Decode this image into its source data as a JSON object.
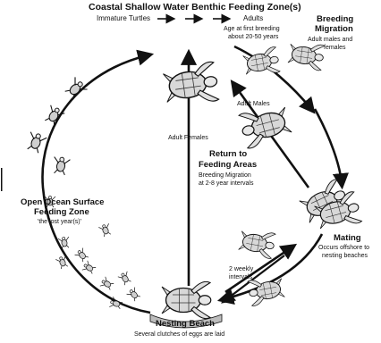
{
  "title": "Coastal Shallow Water Benthic Feeding Zone(s)",
  "top_row": {
    "immature": "Immature Turtles",
    "adults": "Adults"
  },
  "adults_note": [
    "Age at first breeding",
    "about 20-50 years"
  ],
  "breeding_migration": {
    "title": [
      "Breeding",
      "Migration"
    ],
    "note": [
      "Adult males and",
      "females"
    ]
  },
  "adult_males": "Adult Males",
  "adult_females": "Adult Females",
  "return_feeding": {
    "title": [
      "Return to",
      "Feeding Areas"
    ],
    "note": [
      "Breeding Migration",
      "at 2-8 year intervals"
    ]
  },
  "open_ocean": {
    "title": [
      "Open Ocean Surface",
      "Feeding Zone"
    ],
    "note": "'the lost year(s)'"
  },
  "mating": {
    "title": "Mating",
    "note": [
      "Occurs offshore to",
      "nesting beaches"
    ]
  },
  "two_weekly": [
    "2 weekly",
    "intervals"
  ],
  "nesting_beach": {
    "title": "Nesting Beach",
    "note": "Several clutches of eggs are laid"
  },
  "colors": {
    "ink": "#111111",
    "shell": "#d8d8d8",
    "sand": "#bcbcbc"
  }
}
